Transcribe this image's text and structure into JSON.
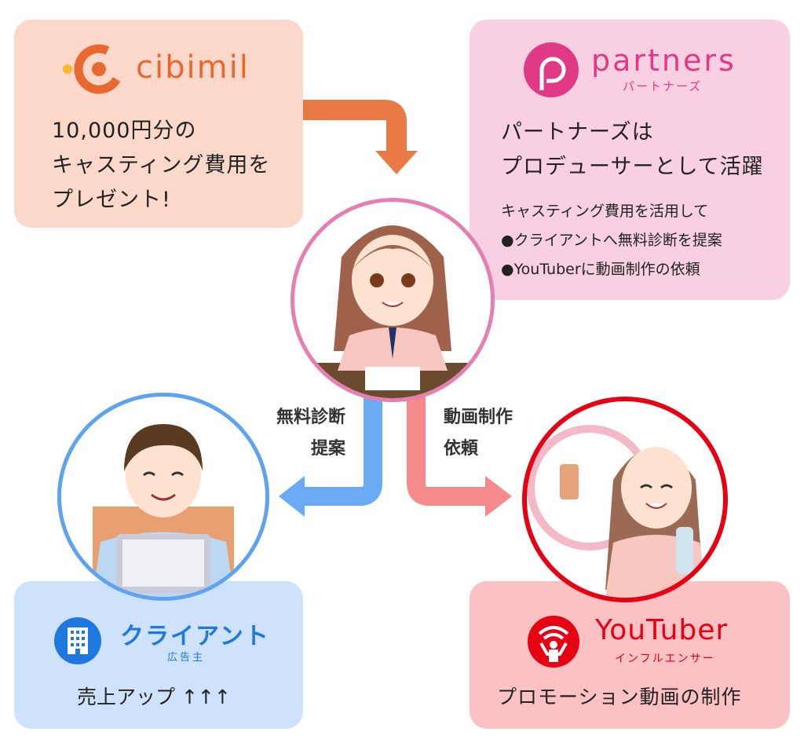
{
  "cibimil": {
    "logo_text": "cibimil",
    "message_lines": [
      "10,000円分の",
      "キャスティング費用を",
      "プレゼント!"
    ],
    "color": "#e8692f"
  },
  "partners": {
    "logo_text": "partners",
    "logo_sub": "パートナーズ",
    "heading_lines": [
      "パートナーズは",
      "プロデューサーとして活躍"
    ],
    "intro": "キャスティング費用を活用して",
    "bullets": [
      "●クライアントへ無料診断を提案",
      "●YouTuberに動画制作の依頼"
    ],
    "color": "#e03a86"
  },
  "arrows": {
    "left_label": [
      "無料診断",
      "提案"
    ],
    "right_label": [
      "動画制作",
      "依頼"
    ]
  },
  "client": {
    "logo_text": "クライアント",
    "logo_sub": "広告主",
    "message": "売上アップ ↑↑↑",
    "color": "#1e78e0"
  },
  "youtuber": {
    "logo_text": "YouTuber",
    "logo_sub": "インフルエンサー",
    "message": "プロモーション動画の制作",
    "color": "#e60012"
  }
}
